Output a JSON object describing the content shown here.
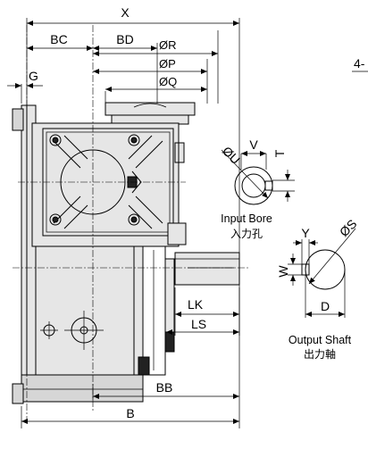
{
  "dimension_labels": {
    "X": "X",
    "BC": "BC",
    "BD": "BD",
    "R": "ØR",
    "P": "ØP",
    "Q": "ØQ",
    "G": "G",
    "U": "ØU",
    "V": "V",
    "T": "T",
    "Y": "Y",
    "S": "ØS",
    "W": "W",
    "D": "D",
    "LK": "LK",
    "LS": "LS",
    "BB": "BB",
    "B": "B"
  },
  "corner_text": "4-",
  "input_bore": {
    "caption_en": "Input Bore",
    "caption_cjk": "入力孔"
  },
  "output_shaft": {
    "caption_en": "Output Shaft",
    "caption_cjk": "出力軸"
  }
}
